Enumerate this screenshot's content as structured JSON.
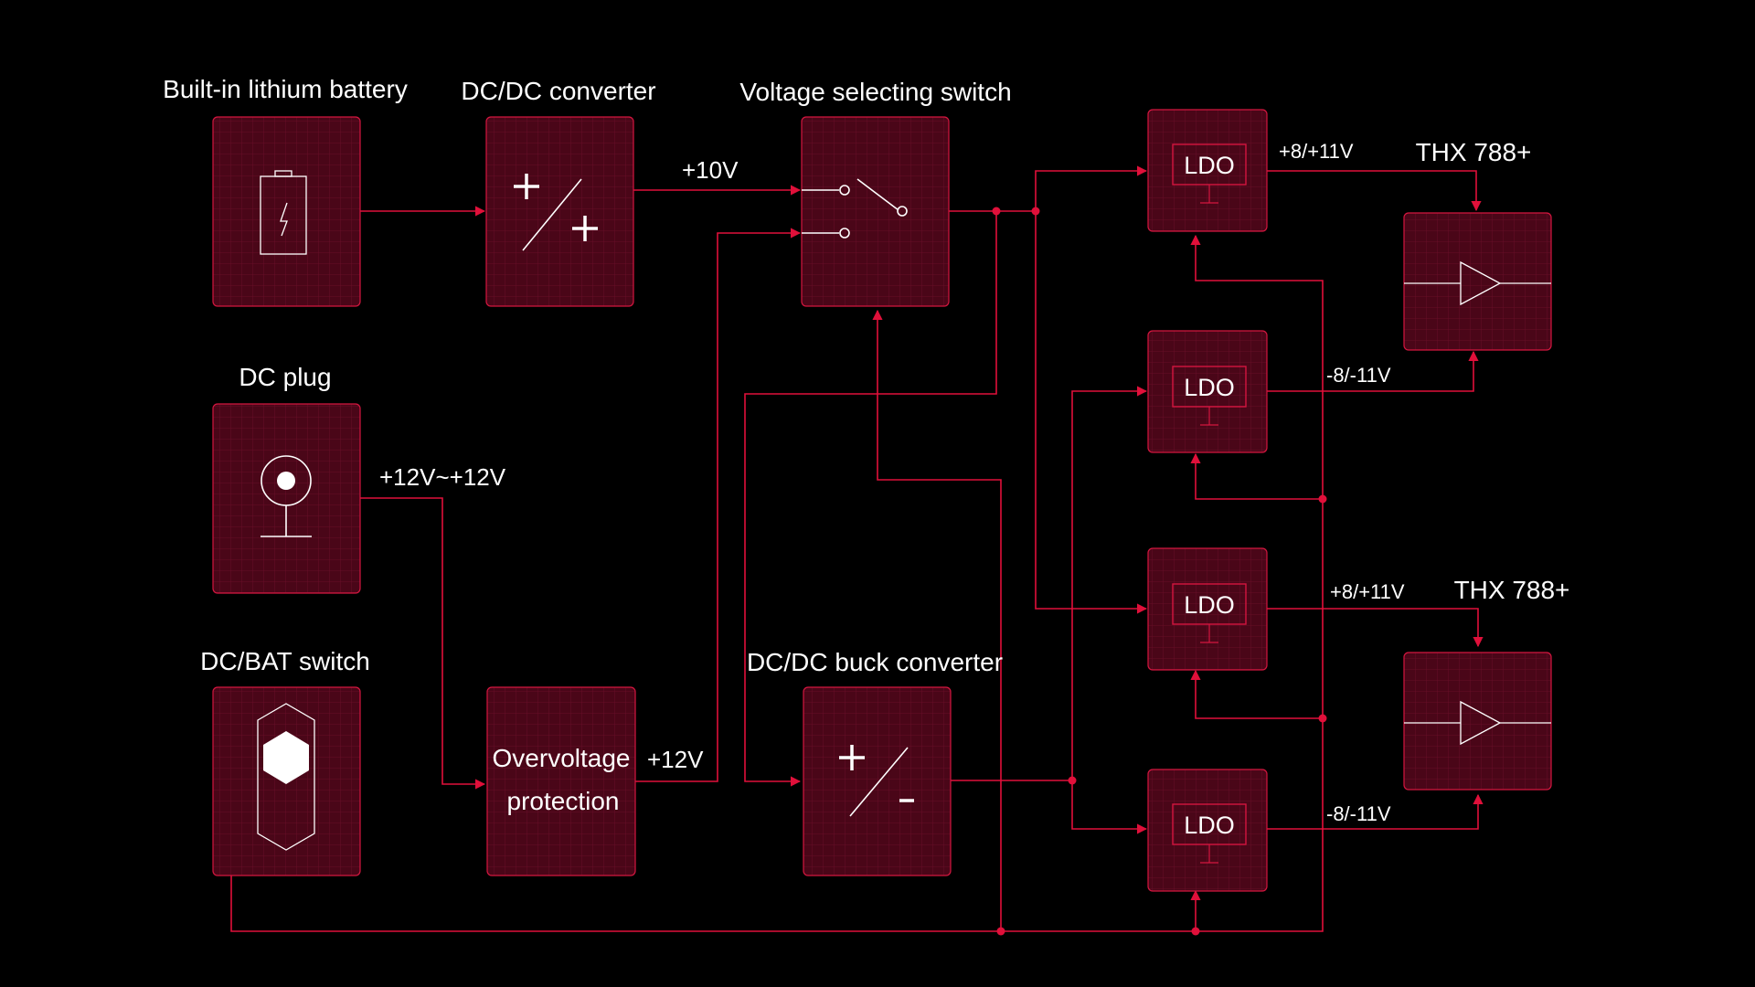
{
  "colors": {
    "background": "#000000",
    "block_fill": "#4a0618",
    "block_stroke": "#d4163f",
    "wire": "#e0103a",
    "text": "#ffffff"
  },
  "labels": {
    "battery": "Built-in lithium battery",
    "dcdc": "DC/DC converter",
    "vswitch": "Voltage selecting switch",
    "dcplug": "DC plug",
    "dcbat": "DC/BAT switch",
    "buck": "DC/DC buck converter",
    "thx1": "THX 788+",
    "thx2": "THX 788+"
  },
  "overvoltage": {
    "line1": "Overvoltage",
    "line2": "protection"
  },
  "ldo": {
    "label": "LDO"
  },
  "voltages": {
    "v10": "+10V",
    "v12range": "+12V~+12V",
    "v12": "+12V",
    "pos1": "+8/+11V",
    "neg1": "-8/-11V",
    "pos2": "+8/+11V",
    "neg2": "-8/-11V"
  },
  "icons": {
    "battery": "battery-icon",
    "dcdc": "plus-plus-converter-icon",
    "switch": "switch-icon",
    "dcplug": "dc-jack-icon",
    "dcbat": "hexagon-slider-icon",
    "buck": "plus-minus-converter-icon",
    "amp": "amplifier-triangle-icon"
  }
}
